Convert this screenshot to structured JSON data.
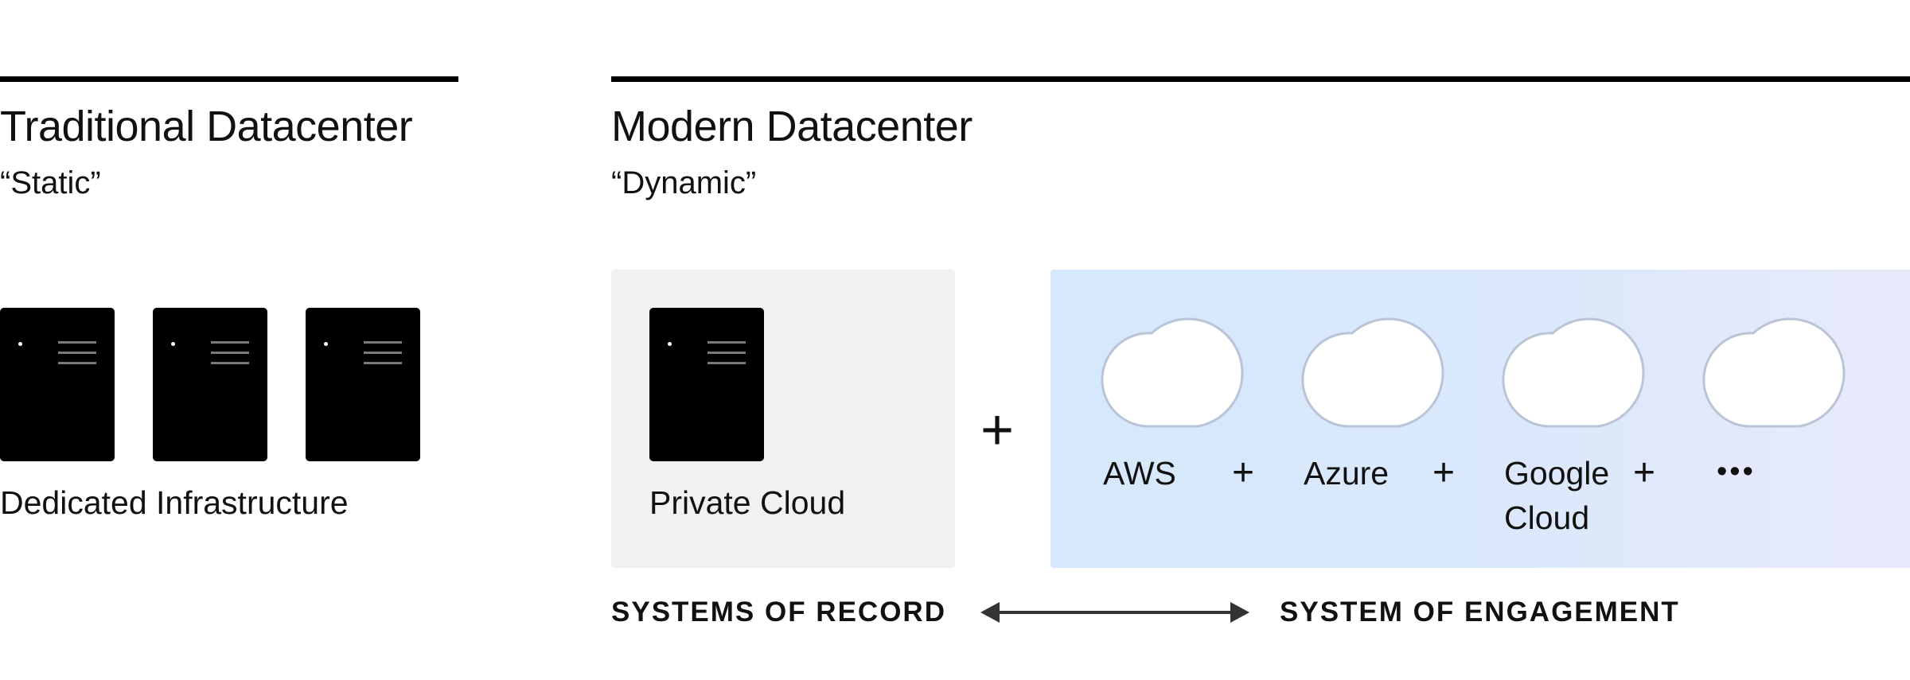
{
  "traditional": {
    "title": "Traditional Datacenter",
    "subtitle": "“Static”",
    "caption": "Dedicated Infrastructure"
  },
  "modern": {
    "title": "Modern Datacenter",
    "subtitle": "“Dynamic”",
    "private_caption": "Private Cloud",
    "plus": "+",
    "providers": [
      {
        "label": "AWS"
      },
      {
        "label": "Azure"
      },
      {
        "label": "Google\nCloud"
      }
    ],
    "more": "•••",
    "record_label": "SYSTEMS OF RECORD",
    "engagement_label": "SYSTEM OF ENGAGEMENT"
  },
  "colors": {
    "server": "#000000",
    "private_box": "#f1f1f1",
    "public_box_start": "#d6e8fb",
    "public_box_end": "#e8eafb",
    "cloud_stroke": "#b9c4d6"
  },
  "icons": [
    "server-icon",
    "cloud-icon",
    "double-arrow-icon"
  ]
}
